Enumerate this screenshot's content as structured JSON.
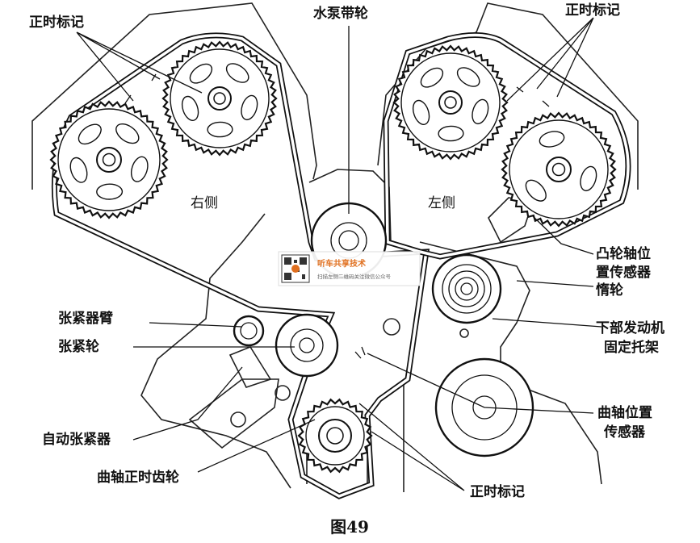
{
  "labels": {
    "timing_mark_left": "正时标记",
    "timing_mark_right": "正时标记",
    "water_pump_pulley": "水泵带轮",
    "right_side": "右侧",
    "left_side": "左侧",
    "cam_sensor_l1": "凸轮轴位",
    "cam_sensor_l2": "置传感器",
    "idler": "惰轮",
    "tensioner_arm": "张紧器臂",
    "tensioner_pulley": "张紧轮",
    "lower_bracket_l1": "下部发动机",
    "lower_bracket_l2": "固定托架",
    "crank_sensor_l1": "曲轴位置",
    "crank_sensor_l2": "传感器",
    "auto_tensioner": "自动张紧器",
    "crank_sprocket": "曲轴正时齿轮",
    "timing_mark_bottom": "正时标记"
  },
  "caption": "图49",
  "watermark": {
    "title": "听车共享技术",
    "subtitle": "扫描左侧二维码关注微信公众号"
  },
  "colors": {
    "line": "#111111",
    "watermark_accent": "#e07020"
  }
}
